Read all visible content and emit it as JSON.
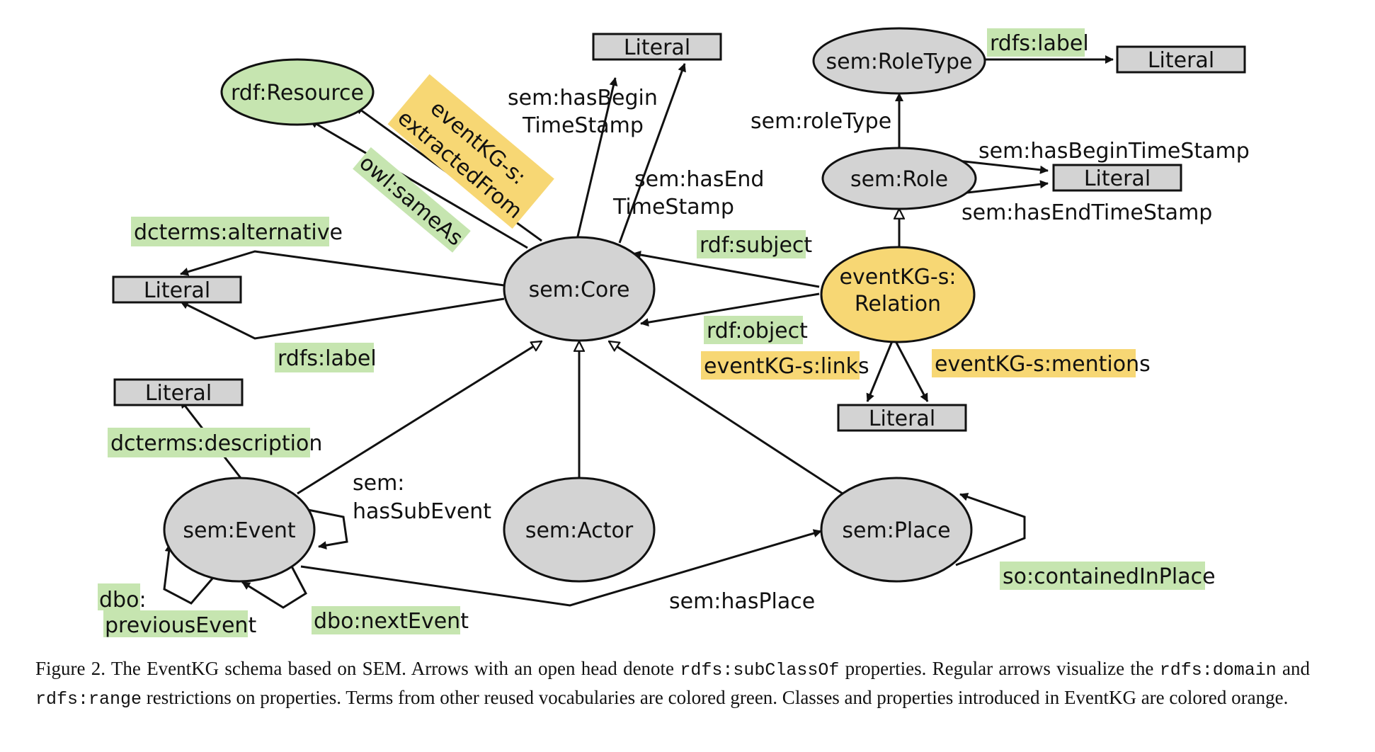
{
  "nodes": {
    "rdf_resource": "rdf:Resource",
    "core": "sem:Core",
    "event": "sem:Event",
    "actor": "sem:Actor",
    "place": "sem:Place",
    "role": "sem:Role",
    "role_type": "sem:RoleType",
    "relation_line1": "eventKG-s:",
    "relation_line2": "Relation",
    "literal": "Literal"
  },
  "edges": {
    "has_begin_line1": "sem:hasBegin",
    "has_begin_line2": "TimeStamp",
    "has_end_line1": "sem:hasEnd",
    "has_end_line2": "TimeStamp",
    "extracted_from_line1": "eventKG-s:",
    "extracted_from_line2": "extractedFrom",
    "same_as": "owl:sameAs",
    "dcterms_alternative": "dcterms:alternative",
    "rdfs_label_core": "rdfs:label",
    "dcterms_description": "dcterms:description",
    "has_sub_event_line1": "sem:",
    "has_sub_event_line2": "hasSubEvent",
    "previous_event_line1": "dbo:",
    "previous_event_line2": "previousEvent",
    "next_event": "dbo:nextEvent",
    "has_place": "sem:hasPlace",
    "contained_in_place": "so:containedInPlace",
    "rdf_subject": "rdf:subject",
    "rdf_object": "rdf:object",
    "links": "eventKG-s:links",
    "mentions": "eventKG-s:mentions",
    "role_type_prop": "sem:roleType",
    "rdfs_label_roletype": "rdfs:label",
    "role_begin": "sem:hasBeginTimeStamp",
    "role_end": "sem:hasEndTimeStamp"
  },
  "caption": {
    "p1": "Figure 2. The EventKG schema based on SEM. Arrows with an open head denote ",
    "c1": "rdfs:subClassOf",
    "p2": " properties. Regular arrows visualize the ",
    "c2": "rdfs:domain",
    "p3": " and ",
    "c3": "rdfs:range",
    "p4": " restrictions on properties. Terms from other reused vocabularies are colored green. Classes and properties introduced in EventKG are colored orange."
  },
  "colors": {
    "green": "#c6e5b0",
    "orange": "#f7d774",
    "gray": "#d3d3d3"
  }
}
